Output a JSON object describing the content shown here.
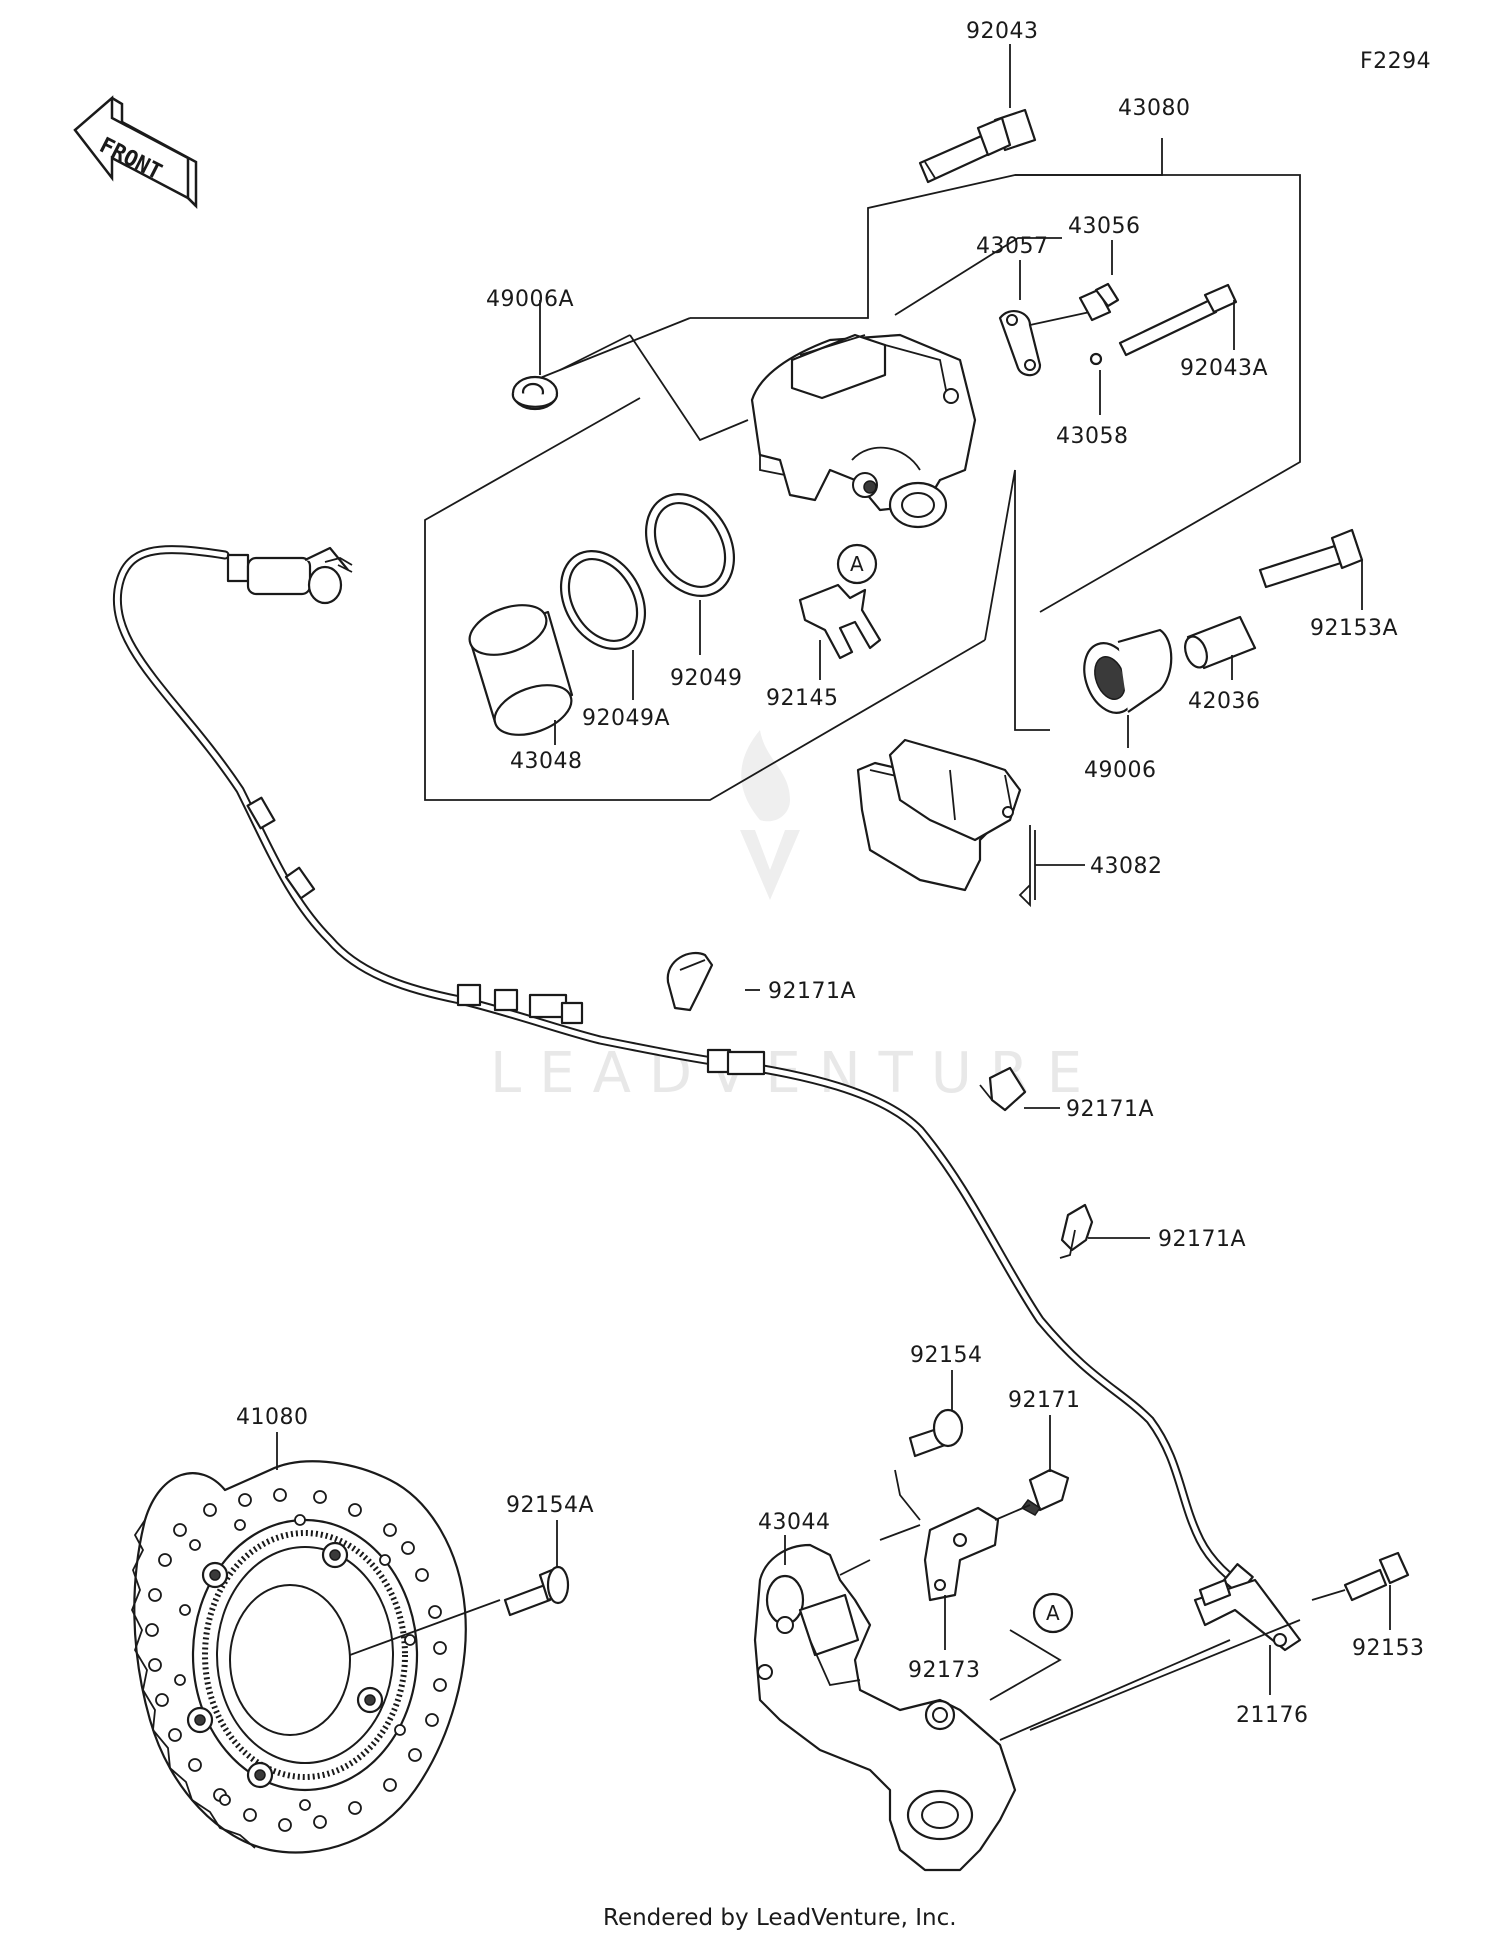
{
  "figure_code": "F2294",
  "front_label": "FRONT",
  "watermark": "LEADVENTURE",
  "footer": "Rendered by LeadVenture, Inc.",
  "callout_ref": "A",
  "labels": {
    "p92043": "92043",
    "p43080": "43080",
    "p43056": "43056",
    "p43057": "43057",
    "p49006A": "49006A",
    "p92043A": "92043A",
    "p43058": "43058",
    "p92153A": "92153A",
    "p92049": "92049",
    "p92145": "92145",
    "p92049A": "92049A",
    "p43048": "43048",
    "p42036": "42036",
    "p49006": "49006",
    "p43082": "43082",
    "p92171A_1": "92171A",
    "p92171A_2": "92171A",
    "p92171A_3": "92171A",
    "p92154": "92154",
    "p92171": "92171",
    "p41080": "41080",
    "p92154A": "92154A",
    "p43044": "43044",
    "p92173": "92173",
    "p92153": "92153",
    "p21176": "21176"
  }
}
